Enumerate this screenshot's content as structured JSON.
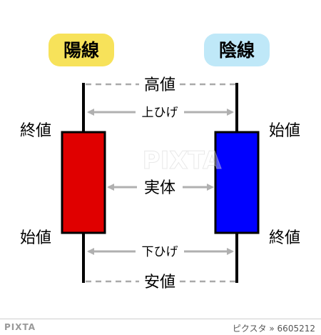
{
  "bullish": {
    "title": "陽線",
    "title_bg": "#f7e25a",
    "body_color": "#e00000",
    "top_label": "終値",
    "bottom_label": "始値"
  },
  "bearish": {
    "title": "陰線",
    "title_bg": "#bfe8f8",
    "body_color": "#0000ff",
    "top_label": "始値",
    "bottom_label": "終値"
  },
  "labels": {
    "high": "高値",
    "upper_shadow": "上ひげ",
    "real_body": "実体",
    "lower_shadow": "下ひげ",
    "low": "安値"
  },
  "watermark": "PIXTA",
  "footer": {
    "brand": "PIXTA",
    "text": "ピクスタ",
    "id": "6605212"
  },
  "colors": {
    "line": "#000000",
    "dashed": "#aaaaaa",
    "arrow": "#b0b0b0",
    "text": "#000000"
  }
}
